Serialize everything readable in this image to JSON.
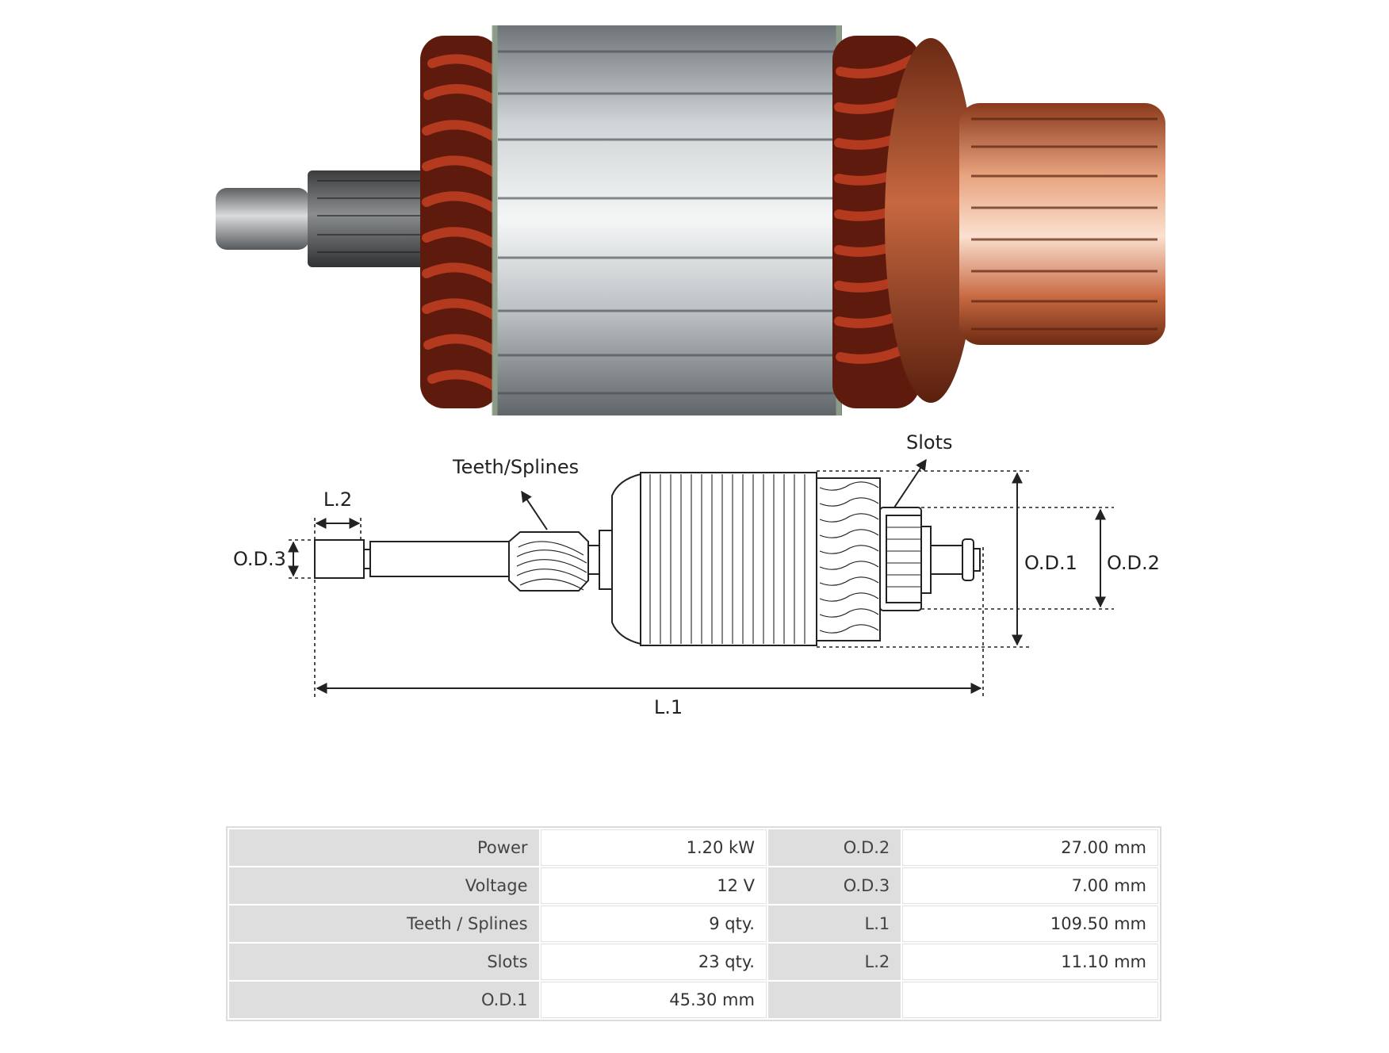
{
  "diagram": {
    "labels": {
      "l2": "L.2",
      "od3": "O.D.3",
      "teeth": "Teeth/Splines",
      "slots": "Slots",
      "od1": "O.D.1",
      "od2": "O.D.2",
      "l1": "L.1"
    }
  },
  "specs": {
    "rows": [
      {
        "k1": "Power",
        "v1": "1.20 kW",
        "k2": "O.D.2",
        "v2": "27.00 mm"
      },
      {
        "k1": "Voltage",
        "v1": "12 V",
        "k2": "O.D.3",
        "v2": "7.00 mm"
      },
      {
        "k1": "Teeth / Splines",
        "v1": "9 qty.",
        "k2": "L.1",
        "v2": "109.50 mm"
      },
      {
        "k1": "Slots",
        "v1": "23 qty.",
        "k2": "L.2",
        "v2": "11.10 mm"
      },
      {
        "k1": "O.D.1",
        "v1": "45.30 mm",
        "k2": "",
        "v2": ""
      }
    ]
  }
}
